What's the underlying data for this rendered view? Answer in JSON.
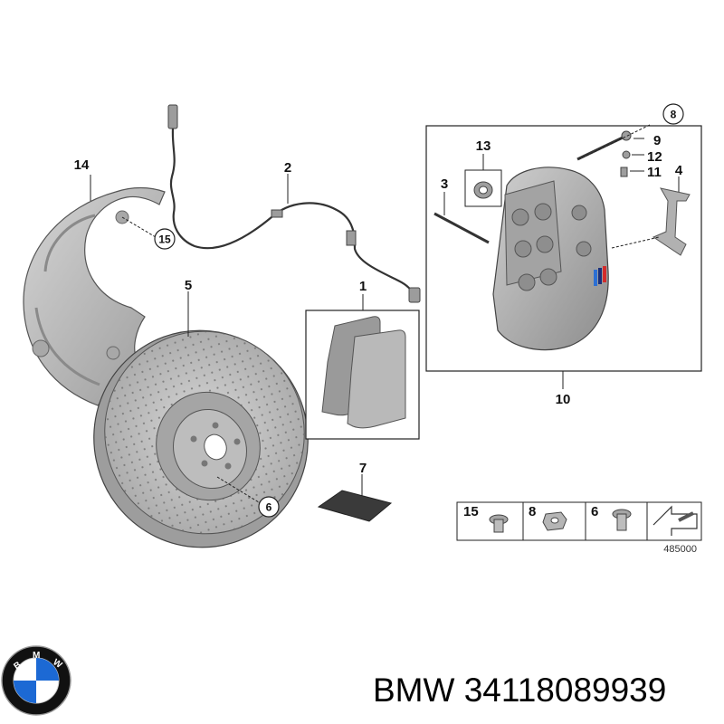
{
  "callouts": {
    "c1": "1",
    "c2": "2",
    "c3": "3",
    "c4": "4",
    "c5": "5",
    "c6": "6",
    "c7": "7",
    "c8": "8",
    "c9": "9",
    "c10": "10",
    "c11": "11",
    "c12": "12",
    "c13": "13",
    "c14": "14",
    "c15": "15"
  },
  "legend": {
    "items": [
      "15",
      "8",
      "6"
    ],
    "code": "485000"
  },
  "caption": {
    "brand": "BMW",
    "part_number": "34118089939"
  },
  "logo": {
    "letters": "BMW"
  },
  "colors": {
    "part_gray": "#b8b8b8",
    "part_dark": "#7a7a7a",
    "line": "#222222",
    "logo_blue": "#1c69d4"
  }
}
